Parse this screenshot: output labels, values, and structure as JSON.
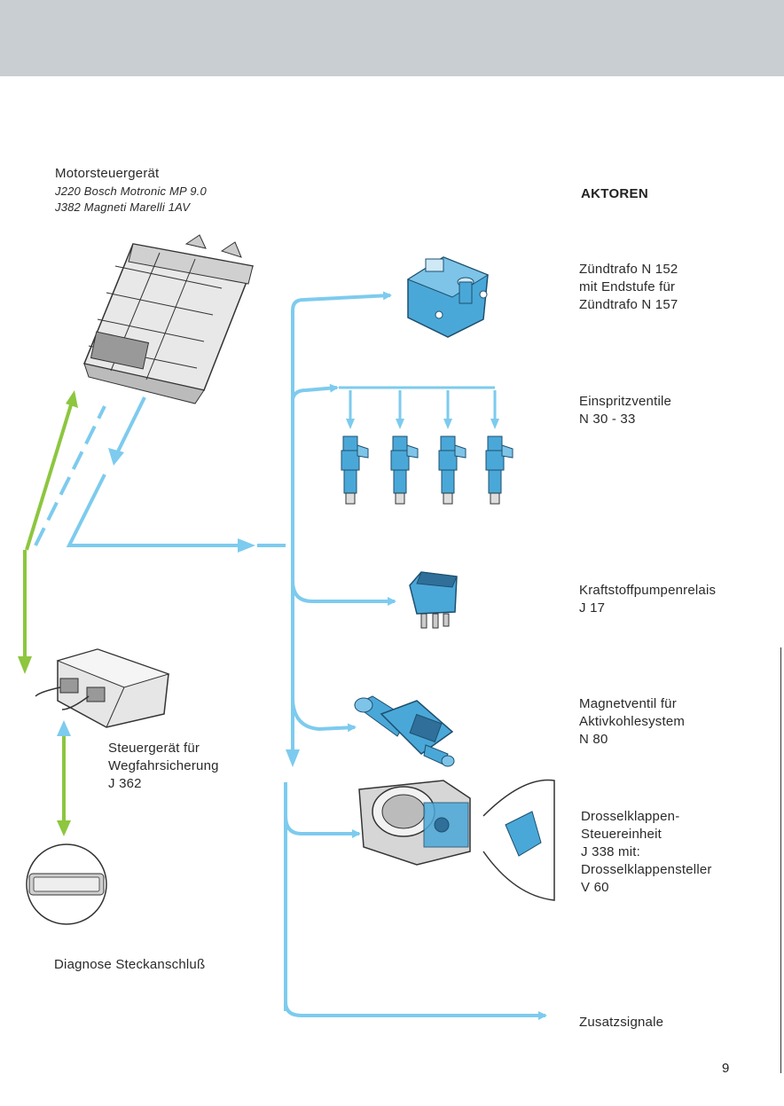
{
  "ecu": {
    "title": "Motorsteuergerät",
    "line1": "J220 Bosch Motronic MP 9.0",
    "line2": "J382 Magneti Marelli 1AV"
  },
  "section_heading": "AKTOREN",
  "actuators": [
    {
      "lines": [
        "Zündtrafo N 152",
        "mit Endstufe für",
        "Zündtrafo N 157"
      ]
    },
    {
      "lines": [
        "Einspritzventile",
        "N 30 - 33"
      ]
    },
    {
      "lines": [
        "Kraftstoffpumpenrelais",
        "J 17"
      ]
    },
    {
      "lines": [
        "Magnetventil für",
        "Aktivkohlesystem",
        "N 80"
      ]
    },
    {
      "lines": [
        "Drosselklappen-",
        "Steuereinheit",
        "J 338 mit:",
        "Drosselklappensteller",
        "V 60"
      ]
    },
    {
      "lines": [
        "Zusatzsignale"
      ]
    }
  ],
  "immobilizer": {
    "lines": [
      "Steuergerät für",
      "Wegfahrsicherung",
      "J 362"
    ]
  },
  "diagnosis": "Diagnose Steckanschluß",
  "page_number": "9",
  "colors": {
    "arrow_blue": "#7dcbee",
    "arrow_green": "#8dc63f",
    "component_blue": "#4aa8d8",
    "header_gray": "#c9ced3"
  }
}
